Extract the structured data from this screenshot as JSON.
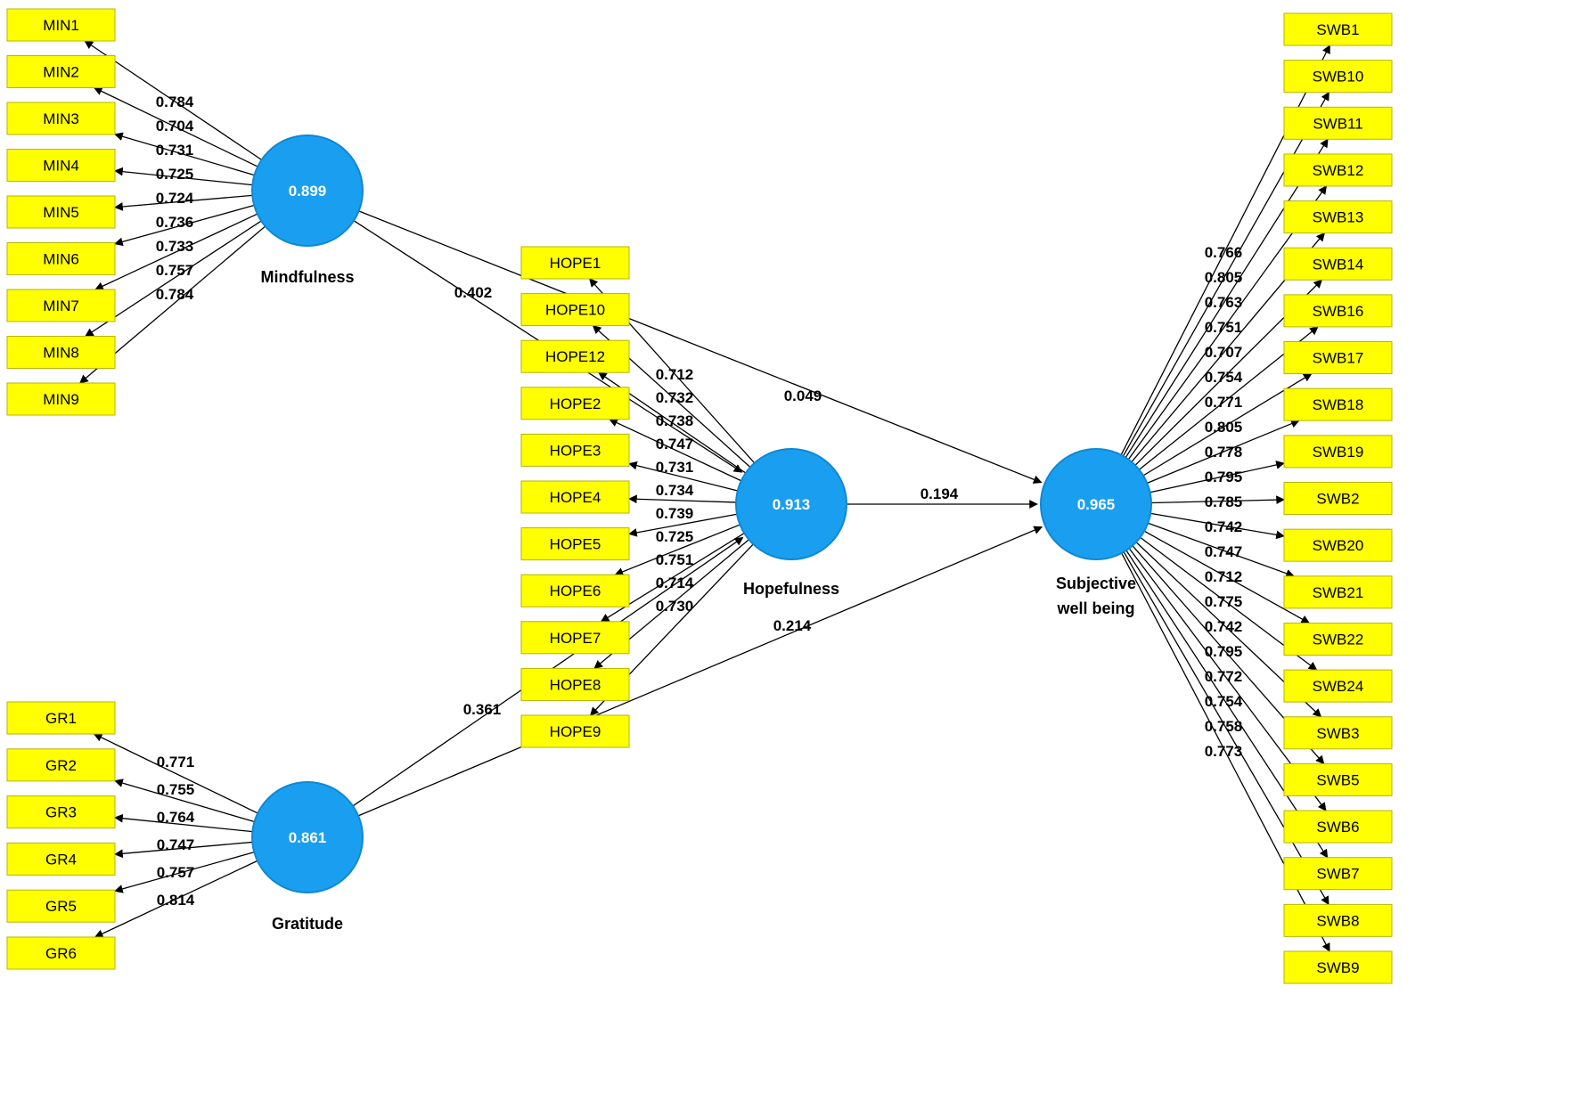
{
  "diagram": {
    "type": "pls-sem-path-model",
    "colors": {
      "indicator_fill": "#ffff00",
      "indicator_border": "#b5b500",
      "construct_fill": "#1a9ff0",
      "construct_border": "#0e88d3",
      "line": "#000000",
      "construct_value_text": "#ffffff",
      "text": "#000000"
    },
    "constructs": [
      {
        "id": "mindfulness",
        "name": "Mindfulness",
        "name_lines": [
          "Mindfulness"
        ],
        "value": "0.899"
      },
      {
        "id": "gratitude",
        "name": "Gratitude",
        "name_lines": [
          "Gratitude"
        ],
        "value": "0.861"
      },
      {
        "id": "hopefulness",
        "name": "Hopefulness",
        "name_lines": [
          "Hopefulness"
        ],
        "value": "0.913"
      },
      {
        "id": "swb",
        "name": "Subjective well being",
        "name_lines": [
          "Subjective",
          "well being"
        ],
        "value": "0.965"
      }
    ],
    "indicator_groups": [
      {
        "construct": "mindfulness",
        "items": [
          {
            "name": "MIN1",
            "loading": "0.784"
          },
          {
            "name": "MIN2",
            "loading": "0.704"
          },
          {
            "name": "MIN3",
            "loading": "0.731"
          },
          {
            "name": "MIN4",
            "loading": "0.725"
          },
          {
            "name": "MIN5",
            "loading": "0.724"
          },
          {
            "name": "MIN6",
            "loading": "0.736"
          },
          {
            "name": "MIN7",
            "loading": "0.733"
          },
          {
            "name": "MIN8",
            "loading": "0.757"
          },
          {
            "name": "MIN9",
            "loading": "0.784"
          }
        ]
      },
      {
        "construct": "gratitude",
        "items": [
          {
            "name": "GR1",
            "loading": "0.771"
          },
          {
            "name": "GR2",
            "loading": "0.755"
          },
          {
            "name": "GR3",
            "loading": "0.764"
          },
          {
            "name": "GR4",
            "loading": "0.747"
          },
          {
            "name": "GR5",
            "loading": "0.757"
          },
          {
            "name": "GR6",
            "loading": "0.814"
          }
        ]
      },
      {
        "construct": "hopefulness",
        "items": [
          {
            "name": "HOPE1",
            "loading": "0.712"
          },
          {
            "name": "HOPE10",
            "loading": "0.732"
          },
          {
            "name": "HOPE12",
            "loading": "0.738"
          },
          {
            "name": "HOPE2",
            "loading": "0.747"
          },
          {
            "name": "HOPE3",
            "loading": "0.731"
          },
          {
            "name": "HOPE4",
            "loading": "0.734"
          },
          {
            "name": "HOPE5",
            "loading": "0.739"
          },
          {
            "name": "HOPE6",
            "loading": "0.725"
          },
          {
            "name": "HOPE7",
            "loading": "0.751"
          },
          {
            "name": "HOPE8",
            "loading": "0.714"
          },
          {
            "name": "HOPE9",
            "loading": "0.730"
          }
        ]
      },
      {
        "construct": "swb",
        "items": [
          {
            "name": "SWB1",
            "loading": "0.766"
          },
          {
            "name": "SWB10",
            "loading": "0.805"
          },
          {
            "name": "SWB11",
            "loading": "0.763"
          },
          {
            "name": "SWB12",
            "loading": "0.751"
          },
          {
            "name": "SWB13",
            "loading": "0.707"
          },
          {
            "name": "SWB14",
            "loading": "0.754"
          },
          {
            "name": "SWB16",
            "loading": "0.771"
          },
          {
            "name": "SWB17",
            "loading": "0.805"
          },
          {
            "name": "SWB18",
            "loading": "0.778"
          },
          {
            "name": "SWB19",
            "loading": "0.795"
          },
          {
            "name": "SWB2",
            "loading": "0.785"
          },
          {
            "name": "SWB20",
            "loading": "0.742"
          },
          {
            "name": "SWB21",
            "loading": "0.747"
          },
          {
            "name": "SWB22",
            "loading": "0.712"
          },
          {
            "name": "SWB24",
            "loading": "0.775"
          },
          {
            "name": "SWB3",
            "loading": "0.742"
          },
          {
            "name": "SWB5",
            "loading": "0.795"
          },
          {
            "name": "SWB6",
            "loading": "0.772"
          },
          {
            "name": "SWB7",
            "loading": "0.754"
          },
          {
            "name": "SWB8",
            "loading": "0.758"
          },
          {
            "name": "SWB9",
            "loading": "0.773"
          }
        ]
      }
    ],
    "paths": [
      {
        "from": "mindfulness",
        "to": "hopefulness",
        "coefficient": "0.402"
      },
      {
        "from": "mindfulness",
        "to": "swb",
        "coefficient": "0.049"
      },
      {
        "from": "gratitude",
        "to": "hopefulness",
        "coefficient": "0.361"
      },
      {
        "from": "gratitude",
        "to": "swb",
        "coefficient": "0.214"
      },
      {
        "from": "hopefulness",
        "to": "swb",
        "coefficient": "0.194"
      }
    ]
  }
}
